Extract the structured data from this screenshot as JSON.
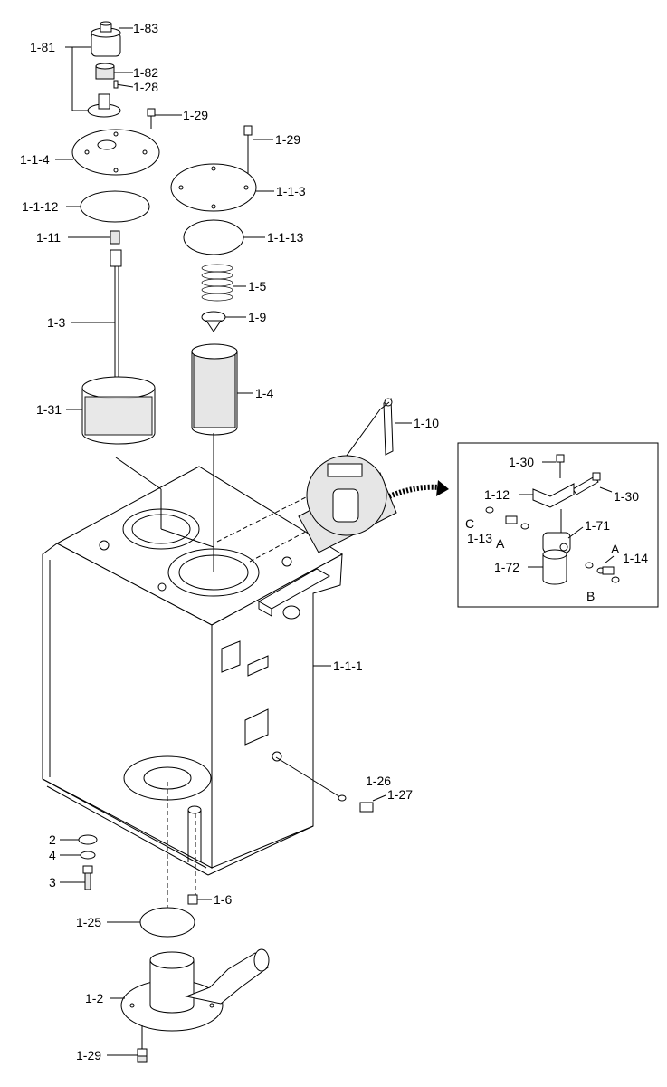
{
  "diagram": {
    "callouts": [
      {
        "id": "c_1_83",
        "text": "1-83"
      },
      {
        "id": "c_1_81",
        "text": "1-81"
      },
      {
        "id": "c_1_82",
        "text": "1-82"
      },
      {
        "id": "c_1_28",
        "text": "1-28"
      },
      {
        "id": "c_1_29a",
        "text": "1-29"
      },
      {
        "id": "c_1_29b",
        "text": "1-29"
      },
      {
        "id": "c_1_1_4",
        "text": "1-1-4"
      },
      {
        "id": "c_1_1_3",
        "text": "1-1-3"
      },
      {
        "id": "c_1_1_12",
        "text": "1-1-12"
      },
      {
        "id": "c_1_1_13",
        "text": "1-1-13"
      },
      {
        "id": "c_1_11",
        "text": "1-11"
      },
      {
        "id": "c_1_5",
        "text": "1-5"
      },
      {
        "id": "c_1_9",
        "text": "1-9"
      },
      {
        "id": "c_1_3",
        "text": "1-3"
      },
      {
        "id": "c_1_4",
        "text": "1-4"
      },
      {
        "id": "c_1_31",
        "text": "1-31"
      },
      {
        "id": "c_1_10",
        "text": "1-10"
      },
      {
        "id": "c_1_1_1",
        "text": "1-1-1"
      },
      {
        "id": "c_1_26",
        "text": "1-26"
      },
      {
        "id": "c_1_27",
        "text": "1-27"
      },
      {
        "id": "c_2",
        "text": "2"
      },
      {
        "id": "c_4",
        "text": "4"
      },
      {
        "id": "c_3",
        "text": "3"
      },
      {
        "id": "c_1_6",
        "text": "1-6"
      },
      {
        "id": "c_1_25",
        "text": "1-25"
      },
      {
        "id": "c_1_2",
        "text": "1-2"
      },
      {
        "id": "c_1_29c",
        "text": "1-29"
      }
    ],
    "detail": [
      {
        "id": "d_1_30a",
        "text": "1-30"
      },
      {
        "id": "d_1_30b",
        "text": "1-30"
      },
      {
        "id": "d_1_12",
        "text": "1-12"
      },
      {
        "id": "d_C",
        "text": "C"
      },
      {
        "id": "d_1_13",
        "text": "1-13"
      },
      {
        "id": "d_A1",
        "text": "A"
      },
      {
        "id": "d_1_71",
        "text": "1-71"
      },
      {
        "id": "d_A2",
        "text": "A"
      },
      {
        "id": "d_1_14",
        "text": "1-14"
      },
      {
        "id": "d_1_72",
        "text": "1-72"
      },
      {
        "id": "d_B",
        "text": "B"
      }
    ]
  }
}
